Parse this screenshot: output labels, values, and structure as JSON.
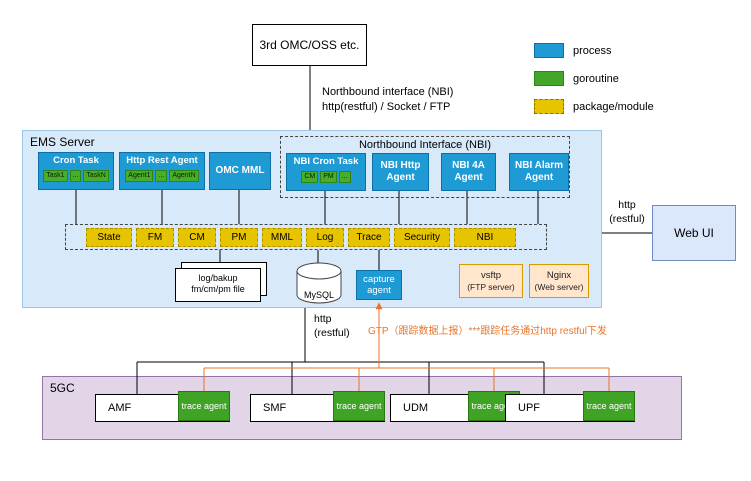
{
  "top": {
    "omc_box_label": "3rd OMC/OSS etc.",
    "nbi_note_line1": "Northbound interface (NBI)",
    "nbi_note_line2": "http(restful) / Socket / FTP"
  },
  "legend": {
    "items": [
      {
        "label": "process",
        "color": "#1e9ad5"
      },
      {
        "label": "goroutine",
        "color": "#43a629"
      },
      {
        "label": "package/module",
        "color": "#e7c400"
      }
    ]
  },
  "ems": {
    "title": "EMS Server",
    "cron_task": {
      "label": "Cron Task",
      "children": [
        "Task1",
        "...",
        "TaskN"
      ]
    },
    "http_rest_agent": {
      "label": "Http Rest Agent",
      "children": [
        "Agent1",
        "...",
        "AgentN"
      ]
    },
    "omc_mml_label": "OMC MML",
    "nbi_group": {
      "title": "Northbound Interface (NBI)",
      "nbi_cron_task": {
        "label": "NBI Cron Task",
        "children": [
          "CM",
          "PM",
          "..."
        ]
      },
      "nbi_http_agent_label": "NBI Http Agent",
      "nbi_4a_agent_label": "NBI 4A Agent",
      "nbi_alarm_agent_label": "NBI Alarm Agent"
    },
    "modules": [
      "State",
      "FM",
      "CM",
      "PM",
      "MML",
      "Log",
      "Trace",
      "Security",
      "NBI"
    ],
    "log_file_label": "log/bakup fm/cm/pm file",
    "mysql_label": "MySQL",
    "capture_agent_label": "capture agent",
    "vsftp": {
      "line1": "vsftp",
      "line2": "(FTP server)"
    },
    "nginx": {
      "line1": "Nginx",
      "line2": "(Web server)"
    }
  },
  "web_ui": {
    "label": "Web UI",
    "link_label_line1": "http",
    "link_label_line2": "(restful)"
  },
  "south_link": {
    "http_line1": "http",
    "http_line2": "(restful)",
    "gtp_note": "GTP（跟踪数据上报）***跟踪任务通过http restful下发"
  },
  "core": {
    "title": "5GC",
    "nfs": [
      {
        "name": "AMF",
        "agent_label": "trace agent"
      },
      {
        "name": "SMF",
        "agent_label": "trace agent"
      },
      {
        "name": "UDM",
        "agent_label": "trace agent"
      },
      {
        "name": "UPF",
        "agent_label": "trace agent"
      }
    ]
  }
}
